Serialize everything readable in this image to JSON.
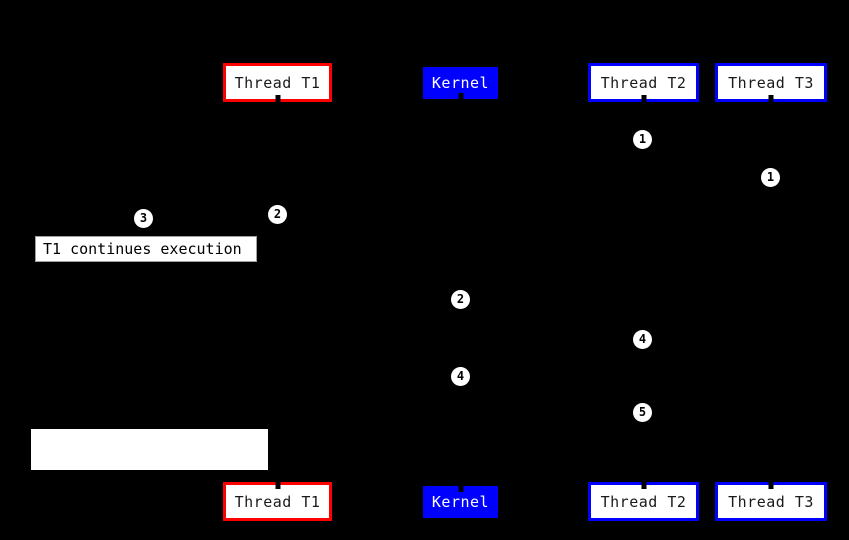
{
  "colors": {
    "background": "#000000",
    "red_accent": "#FF0000",
    "blue_accent": "#0000FF",
    "box_fill": "#FFFFFF",
    "box_text": "#1A1A1A",
    "kernel_text": "#FFFFFF",
    "note_border": "#A0A0A0",
    "marker_fill": "#FFFFFF",
    "marker_text": "#000000"
  },
  "participants": [
    {
      "label": "Thread T1",
      "style": "red-outline"
    },
    {
      "label": "Kernel",
      "style": "blue-filled"
    },
    {
      "label": "Thread T2",
      "style": "blue-outline"
    },
    {
      "label": "Thread T3",
      "style": "blue-outline"
    }
  ],
  "markers": [
    {
      "number": "1"
    },
    {
      "number": "1"
    },
    {
      "number": "2"
    },
    {
      "number": "3"
    },
    {
      "number": "2"
    },
    {
      "number": "4"
    },
    {
      "number": "4"
    },
    {
      "number": "5"
    }
  ],
  "note": {
    "text": "T1 continues execution"
  },
  "blank_note": {
    "text": ""
  }
}
